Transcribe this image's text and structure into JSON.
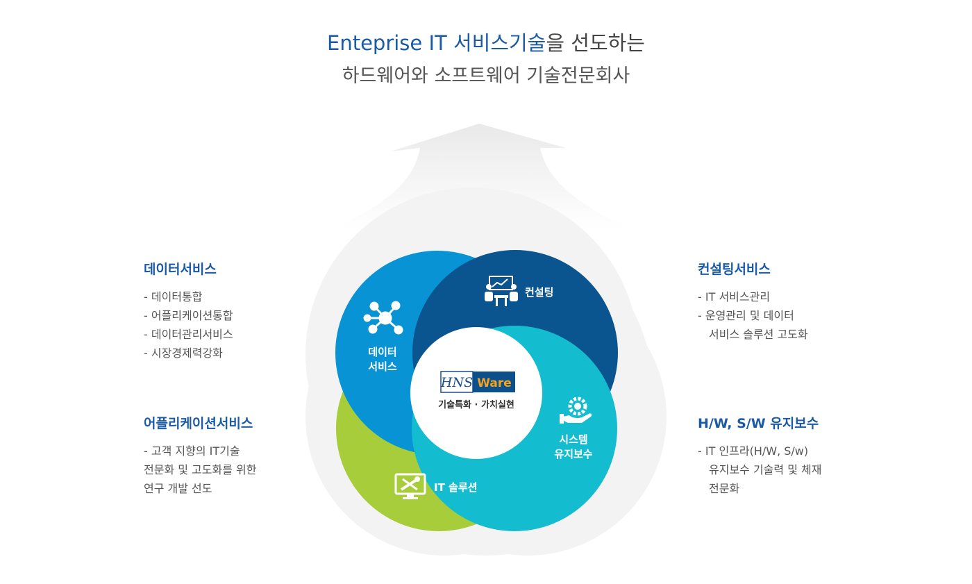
{
  "headline": {
    "highlight": "Enteprise IT 서비스기술",
    "rest": "을  선도하는",
    "line2": "하드웨어와 소프트웨어 기술전문회사"
  },
  "circles": {
    "data_service": {
      "label_line1": "데이터",
      "label_line2": "서비스",
      "color": "#0793d4"
    },
    "consulting": {
      "label": "컨설팅",
      "color": "#0a5590"
    },
    "system_maintenance": {
      "label_line1": "시스템",
      "label_line2": "유지보수",
      "color": "#14bccf"
    },
    "it_solution": {
      "label": "IT 솔루션",
      "color": "#a8cd3a"
    }
  },
  "logo": {
    "text_hns": "HNS",
    "text_ware": "Ware",
    "tagline": "기술특화 · 가치실현"
  },
  "sections": {
    "data_service": {
      "title": "데이터서비스",
      "items": [
        "- 데이터통합",
        "- 어플리케이션통합",
        "- 데이터관리서비스",
        "- 시장경제력강화"
      ]
    },
    "application_service": {
      "title": "어플리케이션서비스",
      "items": [
        "- 고객 지향의 IT기술",
        "전문화 및 고도화를 위한",
        "연구 개발 선도"
      ]
    },
    "consulting_service": {
      "title": "컨설팅서비스",
      "items": [
        "- IT 서비스관리",
        "- 운영관리 및 데이터",
        "서비스 솔루션 고도화"
      ]
    },
    "hw_sw_maintenance": {
      "title": "H/W, S/W 유지보수",
      "items": [
        "- IT 인프라(H/W, S/w)",
        "유지보수 기술력 및 체재",
        "전문화"
      ]
    }
  }
}
